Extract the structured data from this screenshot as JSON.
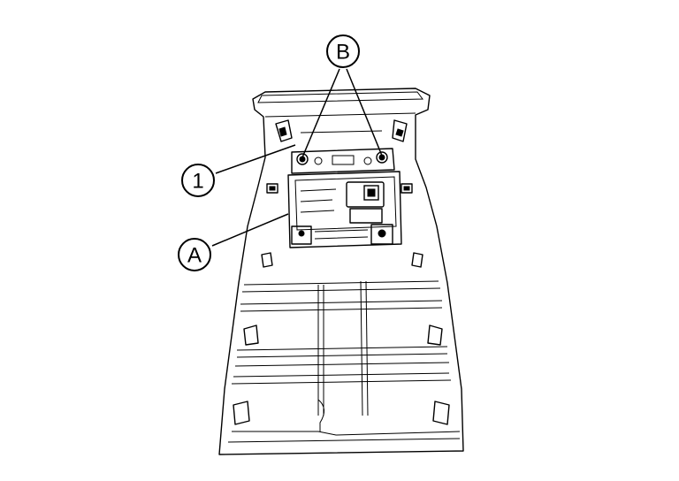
{
  "callouts": {
    "b": {
      "label": "B"
    },
    "one": {
      "label": "1"
    },
    "a": {
      "label": "A"
    }
  },
  "colors": {
    "line": "#000000",
    "background": "#ffffff"
  }
}
